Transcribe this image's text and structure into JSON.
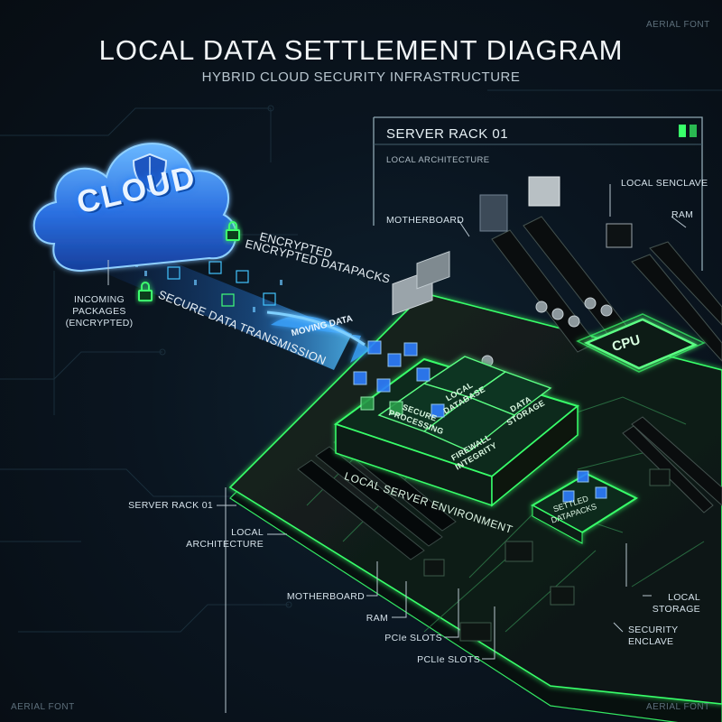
{
  "header": {
    "title": "LOCAL DATA SETTLEMENT DIAGRAM",
    "subtitle": "HYBRID CLOUD SECURITY INFRASTRUCTURE"
  },
  "corners": {
    "top_right": "AERIAL FONT",
    "bottom_left": "AERIAL FONT",
    "bottom_right": "AERIAL FONT"
  },
  "cloud": {
    "label": "CLOUD",
    "incoming_packages": [
      "INCOMING",
      "PACKAGES",
      "(ENCRYPTED)"
    ]
  },
  "stream": {
    "encrypted_line1": "ENCRYPTED",
    "encrypted_line2": "ENCRYPTED DATAPACKS",
    "secure_transmission": "SECURE DATA TRANSMISSION",
    "moving_data": "MOVING DATA"
  },
  "server_panel": {
    "title": "SERVER RACK 01",
    "subtitle": "LOCAL ARCHITECTURE"
  },
  "board": {
    "cpu": "CPU",
    "local_database": [
      "LOCAL",
      "DATABASE"
    ],
    "secure_processing": [
      "SECURE",
      "PROCESSING"
    ],
    "data_storage": [
      "DATA",
      "STORAGE"
    ],
    "firewall_integrity": [
      "FIREWALL",
      "INTEGRITY"
    ],
    "local_server_environment": "LOCAL SERVER ENVIRONMENT",
    "settled_datapacks": [
      "SETTLED",
      "DATAPACKS"
    ]
  },
  "callouts": {
    "motherboard_top": "MOTHERBOARD",
    "local_senclave": "LOCAL SENCLAVE",
    "ram_top": "RAM",
    "server_rack_01": "SERVER RACK 01",
    "local_architecture": [
      "LOCAL",
      "ARCHITECTURE"
    ],
    "motherboard_bottom": "MOTHERBOARD",
    "ram_bottom": "RAM",
    "pcie_slots": "PCIe SLOTS",
    "pclie_slots": "PCLIe SLOTS",
    "local_storage": [
      "LOCAL",
      "STORAGE"
    ],
    "security_enclave": [
      "SECURITY",
      "ENCLAVE"
    ]
  },
  "colors": {
    "accent_green": "#39ff6a",
    "accent_blue": "#2f8dff",
    "background": "#0a1520"
  }
}
